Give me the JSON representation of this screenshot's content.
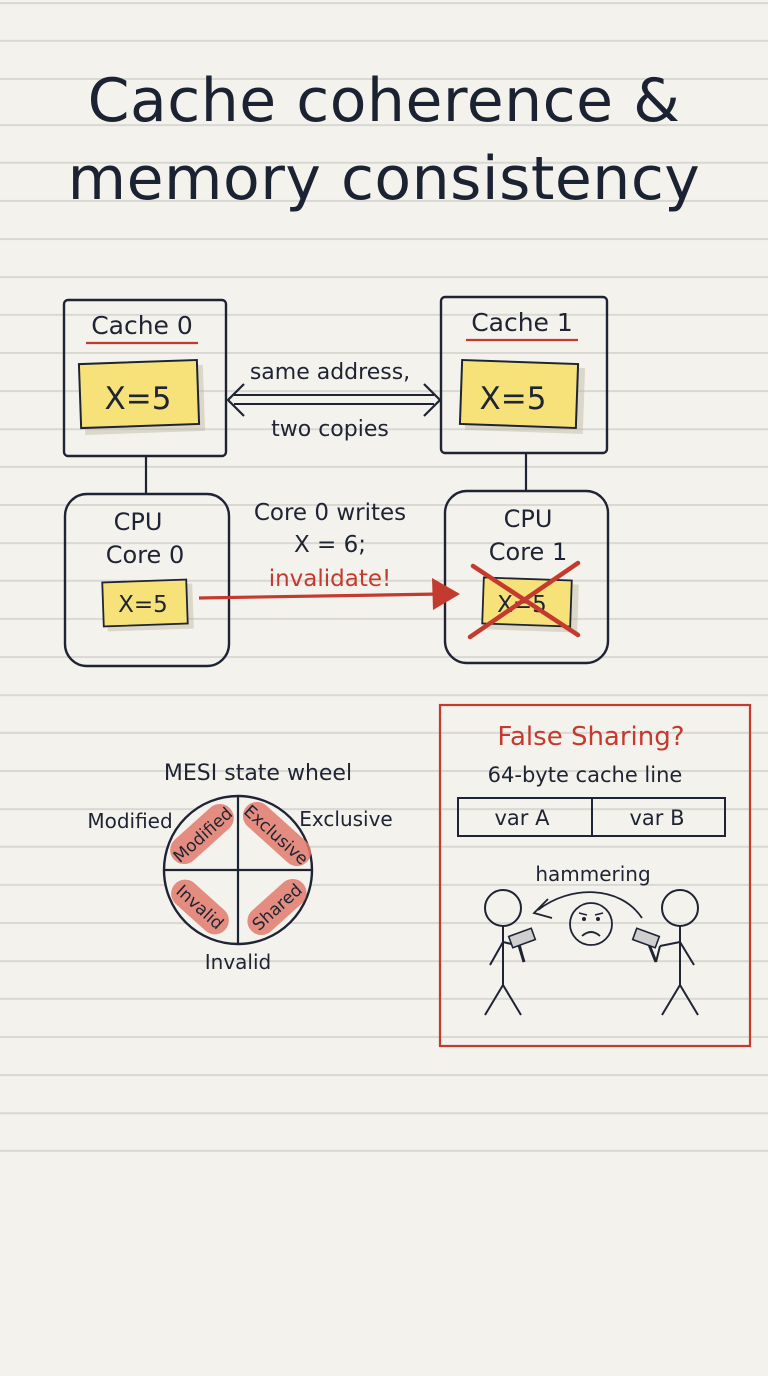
{
  "title": {
    "line1": "Cache coherence &",
    "line2": "memory consistency"
  },
  "caches": {
    "cache0": {
      "label": "Cache 0",
      "value": "X=5"
    },
    "cache1": {
      "label": "Cache 1",
      "value": "X=5"
    },
    "link_label_1": "same address,",
    "link_label_2": "two copies"
  },
  "cores": {
    "core0": {
      "line1": "CPU",
      "line2": "Core 0",
      "value": "X=5"
    },
    "core1": {
      "line1": "CPU",
      "line2": "Core 1",
      "value": "X=5"
    },
    "write_line1": "Core 0 writes",
    "write_line2": "X = 6;",
    "write_line3": "invalidate!"
  },
  "mesi": {
    "title": "MESI state wheel",
    "outer_left": "Modified",
    "outer_right": "Exclusive",
    "outer_bottom": "Invalid",
    "q_modified": "Modified",
    "q_exclusive": "Exclusive",
    "q_invalid": "Invalid",
    "q_shared": "Shared"
  },
  "false_sharing": {
    "title": "False Sharing?",
    "subtitle": "64-byte cache line",
    "var_a": "var A",
    "var_b": "var B",
    "hammering": "hammering"
  },
  "colors": {
    "ink": "#1e2433",
    "accent_red": "#c43a2e",
    "sticky_yellow": "#f7e27a",
    "paper": "#f4f2ec"
  }
}
